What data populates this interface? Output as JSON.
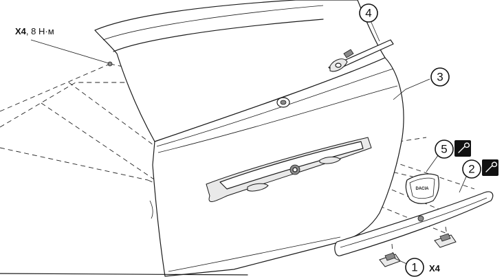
{
  "labels": {
    "top_left_qty": "X4",
    "top_left_torque": ", 8 Н·м",
    "bottom_qty": "X4",
    "emblem_text": "DACIA"
  },
  "callouts": [
    {
      "num": "1"
    },
    {
      "num": "2"
    },
    {
      "num": "3"
    },
    {
      "num": "4"
    },
    {
      "num": "5"
    }
  ],
  "badges": [
    "torque-wrench-icon",
    "torque-wrench-icon"
  ],
  "colors": {
    "line": "#1a1a1a",
    "background": "#ffffff"
  }
}
